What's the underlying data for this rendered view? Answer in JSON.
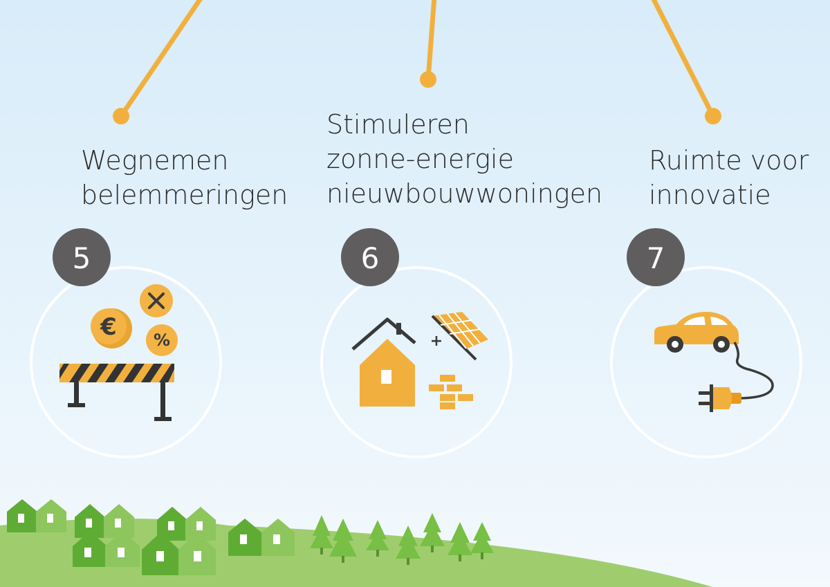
{
  "colors": {
    "sky_top": "#d8ecf9",
    "sky_bottom": "#f3f9fd",
    "accent": "#f1b03e",
    "accent_dark": "#e79a20",
    "badge": "#5f5d5e",
    "hill": "#9fcd6e",
    "house_dark": "#5fac34",
    "house_light": "#8cc65c",
    "tree": "#78bf45"
  },
  "items": [
    {
      "number": "5",
      "lines": [
        "Wegnemen",
        "belemmeringen"
      ],
      "icon": "roadblock-coins-icon",
      "symbols": [
        "€",
        "%"
      ]
    },
    {
      "number": "6",
      "lines": [
        "Stimuleren",
        "zonne-energie",
        "nieuwbouwwoningen"
      ],
      "icon": "house-solar-panel-icon",
      "symbols": [
        "+"
      ]
    },
    {
      "number": "7",
      "lines": [
        "Ruimte voor",
        "innovatie"
      ],
      "icon": "electric-car-plug-icon",
      "symbols": []
    }
  ]
}
